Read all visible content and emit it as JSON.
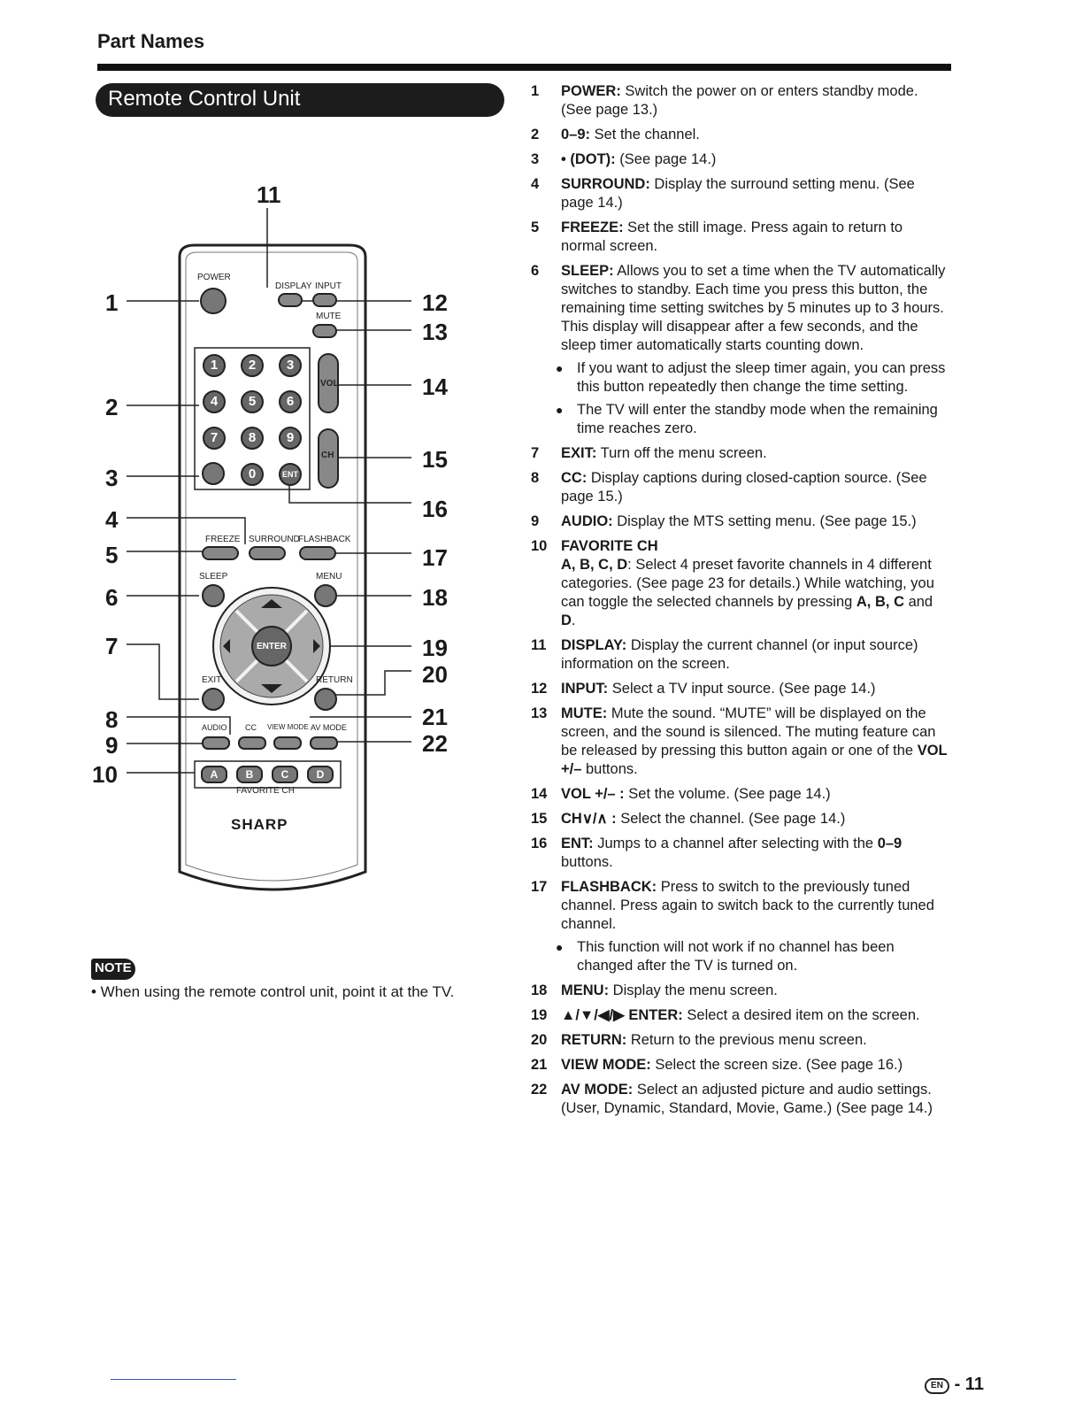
{
  "header": {
    "section": "Part Names"
  },
  "banner": {
    "title": "Remote Control Unit"
  },
  "remote": {
    "callouts_left": [
      "1",
      "2",
      "3",
      "4",
      "5",
      "6",
      "7",
      "8",
      "9",
      "10"
    ],
    "callouts_right": [
      "12",
      "13",
      "14",
      "15",
      "16",
      "17",
      "18",
      "19",
      "20",
      "21",
      "22"
    ],
    "callout_top": "11",
    "labels": {
      "power": "POWER",
      "display": "DISPLAY",
      "input": "INPUT",
      "mute": "MUTE",
      "vol": "VOL",
      "ch": "CH",
      "ent": "ENT",
      "freeze": "FREEZE",
      "surround": "SURROUND",
      "flashback": "FLASHBACK",
      "sleep": "SLEEP",
      "menu": "MENU",
      "enter": "ENTER",
      "exit": "EXIT",
      "return": "RETURN",
      "audio": "AUDIO",
      "cc": "CC",
      "viewmode": "VIEW MODE",
      "avmode": "AV MODE",
      "favorite": "FAVORITE CH",
      "brand": "SHARP"
    },
    "digits": [
      "1",
      "2",
      "3",
      "4",
      "5",
      "6",
      "7",
      "8",
      "9",
      "0"
    ],
    "favorites": [
      "A",
      "B",
      "C",
      "D"
    ]
  },
  "note": {
    "badge": "NOTE",
    "text": "• When using the remote control unit, point it at the TV."
  },
  "items": [
    {
      "n": "1",
      "term": "POWER:",
      "text": " Switch the power on or enters standby mode. (See page 13.)"
    },
    {
      "n": "2",
      "term": "0–9:",
      "text": " Set the channel."
    },
    {
      "n": "3",
      "term": "• (DOT):",
      "text": " (See page 14.)"
    },
    {
      "n": "4",
      "term": "SURROUND:",
      "text": " Display the surround setting menu. (See page 14.)"
    },
    {
      "n": "5",
      "term": "FREEZE:",
      "text": " Set the still image. Press again to return to normal screen."
    },
    {
      "n": "6",
      "term": "SLEEP:",
      "text": " Allows you to set a time when the TV automatically switches to standby. Each time you press this button, the remaining time setting switches by 5 minutes up to 3 hours. This display will disappear after a few seconds, and the sleep timer automatically starts counting down."
    },
    {
      "n": "7",
      "term": "EXIT:",
      "text": " Turn off the menu screen."
    },
    {
      "n": "8",
      "term": "CC:",
      "text": " Display captions during closed-caption source. (See page 15.)"
    },
    {
      "n": "9",
      "term": "AUDIO:",
      "text": " Display the MTS setting menu. (See page 15.)"
    },
    {
      "n": "10",
      "term": "FAVORITE CH",
      "text": ""
    },
    {
      "n": "11",
      "term": "DISPLAY:",
      "text": " Display the current channel (or input source) information on the screen."
    },
    {
      "n": "12",
      "term": "INPUT:",
      "text": " Select a TV input source. (See page 14.)"
    },
    {
      "n": "13",
      "term": "MUTE:",
      "text": " Mute the sound. “MUTE” will be displayed on the screen, and the sound is silenced. The muting feature can be released by pressing this button again or one of the "
    },
    {
      "n": "14",
      "term": "VOL +/– :",
      "text": " Set the volume. (See page 14.)"
    },
    {
      "n": "15",
      "term": "CH∨/∧ :",
      "text": " Select the channel. (See page 14.)"
    },
    {
      "n": "16",
      "term": "ENT:",
      "text": " Jumps to a channel after selecting with the "
    },
    {
      "n": "17",
      "term": "FLASHBACK:",
      "text": " Press to switch to the previously tuned channel. Press again to switch back to the currently tuned channel."
    },
    {
      "n": "18",
      "term": "MENU:",
      "text": " Display the menu screen."
    },
    {
      "n": "19",
      "term": "▲/▼/◀/▶ ENTER:",
      "text": " Select a desired item on the screen."
    },
    {
      "n": "20",
      "term": "RETURN:",
      "text": " Return to the previous menu screen."
    },
    {
      "n": "21",
      "term": "VIEW MODE:",
      "text": " Select the screen size. (See page 16.)"
    },
    {
      "n": "22",
      "term": "AV MODE:",
      "text": " Select an adjusted picture and audio settings. (User, Dynamic, Standard, Movie, Game.) (See page 14.)"
    }
  ],
  "subs": {
    "sleep_1": "If you want to adjust the sleep timer again, you can press this button repeatedly then change the time setting.",
    "sleep_2": "The TV will enter the standby mode when the remaining time reaches zero.",
    "flashback_1": "This function will not work if no channel has been changed after the TV is turned on.",
    "fav_pre": ": Select 4 preset favorite channels in 4 different categories. (See page 23 for details.) While watching, you can toggle the selected channels by pressing ",
    "fav_letters": "A, B, C, D",
    "fav_ab": "A, B,",
    "fav_c": "C",
    "fav_and": " and ",
    "fav_d": "D",
    "fav_end": ".",
    "mute_vol": "VOL +/–",
    "mute_end": " buttons.",
    "ent_range": "0–9",
    "ent_end": " buttons."
  },
  "footer": {
    "lang": "EN",
    "sep": "-",
    "page": "11"
  }
}
